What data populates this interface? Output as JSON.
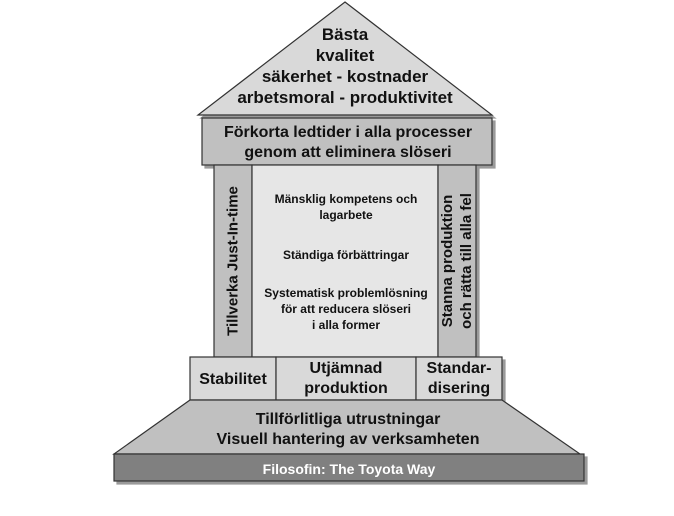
{
  "colors": {
    "fill_light": "#d9d9d9",
    "fill_mid": "#c0c0c0",
    "fill_core": "#e6e6e6",
    "fill_dark": "#808080",
    "stroke": "#333333",
    "text": "#111111",
    "foundation_text": "#ffffff"
  },
  "roof": {
    "lines": [
      "Bästa",
      "kvalitet",
      "säkerhet - kostnader",
      "arbetsmoral - produktivitet"
    ]
  },
  "beam": {
    "lines": [
      "Förkorta ledtider i alla processer",
      "genom att eliminera slöseri"
    ]
  },
  "left_pillar": {
    "label": "Tillverka Just-In-time"
  },
  "right_pillar": {
    "lines": [
      "Stanna produktion",
      "och rätta till alla fel"
    ]
  },
  "core": {
    "items": [
      {
        "lines": [
          "Mänsklig kompetens och",
          "lagarbete"
        ]
      },
      {
        "lines": [
          "Ständiga förbättringar"
        ]
      },
      {
        "lines": [
          "Systematisk problemlösning",
          "för att reducera slöseri",
          "i alla former"
        ]
      }
    ]
  },
  "support_row": {
    "cells": [
      {
        "lines": [
          "Stabilitet"
        ]
      },
      {
        "lines": [
          "Utjämnad",
          "produktion"
        ]
      },
      {
        "lines": [
          "Standar-",
          "disering"
        ]
      }
    ]
  },
  "base": {
    "lines": [
      "Tillförlitliga utrustningar",
      "Visuell hantering av verksamheten"
    ]
  },
  "foundation": {
    "label": "Filosofin: The Toyota Way"
  }
}
